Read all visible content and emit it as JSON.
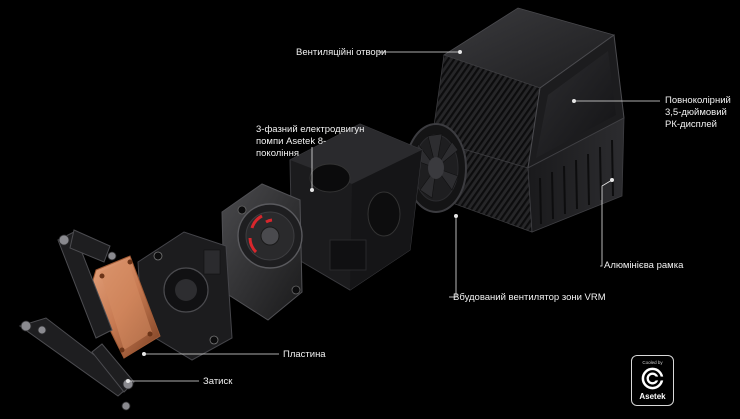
{
  "labels": {
    "vent": "Вентиляційні отвори",
    "display": "Повноколірний 3,5-дюймовий РК-дисплей",
    "motor": "3-фазний електродвигун помпи Asetek 8-покоління",
    "frame": "Алюмінієва рамка",
    "vrm": "Вбудований вентилятор зони VRM",
    "plate": "Пластина",
    "clamp": "Затиск"
  },
  "badge": {
    "cooled_by": "Cooled by",
    "brand": "Asetek",
    "logo_icon": "asetek-ring-icon"
  },
  "colors": {
    "background": "#000000",
    "copper": "#c77a52",
    "accent_red": "#d8262c",
    "leader_line": "#e6e6e6"
  }
}
